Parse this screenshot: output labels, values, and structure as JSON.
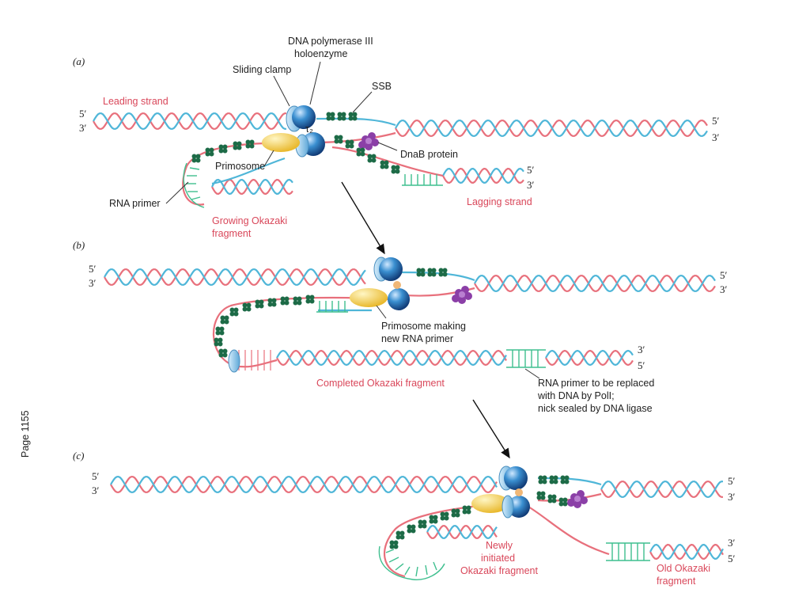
{
  "page_label": "Page 1155",
  "panels": {
    "a": "(a)",
    "b": "(b)",
    "c": "(c)"
  },
  "ends": {
    "five": "5′",
    "three": "3′"
  },
  "panel_a": {
    "dna_pol": "DNA polymerase III",
    "holoenzyme": "holoenzyme",
    "sliding_clamp": "Sliding clamp",
    "ssb": "SSB",
    "leading_strand": "Leading strand",
    "tau": "τ₂",
    "dnab": "DnaB protein",
    "primosome": "Primosome",
    "rna_primer": "RNA primer",
    "growing_1": "Growing Okazaki",
    "growing_2": "fragment",
    "lagging_strand": "Lagging strand"
  },
  "panel_b": {
    "primosome_making_1": "Primosome making",
    "primosome_making_2": "new RNA primer",
    "completed": "Completed Okazaki fragment",
    "replace_1": "RNA primer to be replaced",
    "replace_2": "with DNA by PolI;",
    "replace_3": "nick sealed by DNA ligase"
  },
  "panel_c": {
    "newly_1": "Newly",
    "newly_2": "initiated",
    "newly_3": "Okazaki fragment",
    "old_1": "Old Okazaki",
    "old_2": "fragment"
  },
  "colors": {
    "pink": "#e8707c",
    "blue": "#4fb6d8",
    "label_red": "#d9475a",
    "ssb_green": "#1d6b47",
    "dnab_purple": "#8b3fa7",
    "primosome_yellow": "#f4d354",
    "polymerase_blue": "#2f7fc1",
    "primer_green": "#3fbf8f"
  }
}
